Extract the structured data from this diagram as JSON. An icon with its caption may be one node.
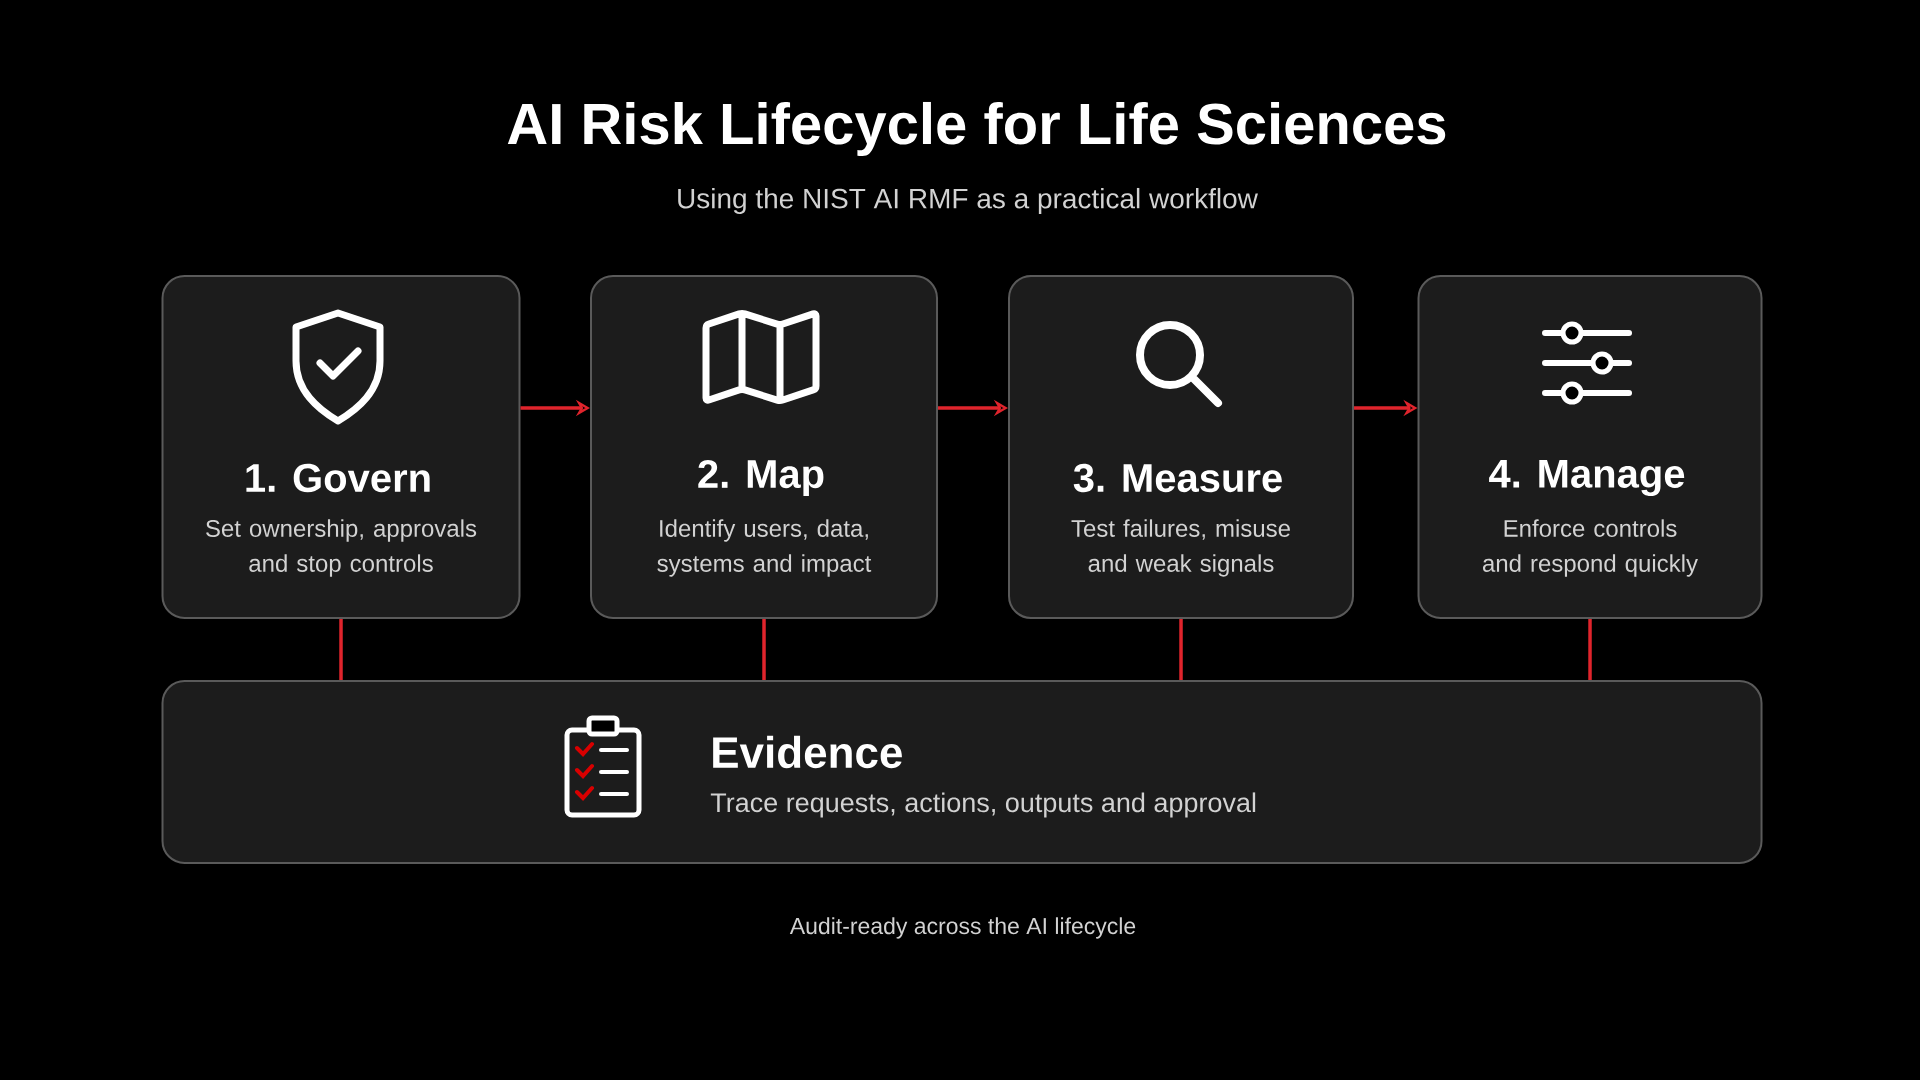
{
  "diagram": {
    "title": "AI Risk Lifecycle for Life Sciences",
    "caption": "Using the NIST AI RMF as a practical workflow",
    "nodes": [
      {
        "text": [
          "1. Govern",
          "Set ownership, approvals and stop controls"
        ]
      },
      {
        "text": [
          "2. Map",
          "Identify users, data, systems and impact"
        ]
      },
      {
        "text": [
          "3. Measure",
          "Test failures, misuse and weak signals"
        ]
      },
      {
        "text": [
          "4. Manage",
          "Enforce controls and respond quickly"
        ]
      },
      {
        "text": [
          "Evidence",
          "Trace requests, actions, outputs and approval"
        ]
      }
    ],
    "edges": [
      {
        "from": 0,
        "to": 1,
        "arrow": "to"
      },
      {
        "from": 1,
        "to": 2,
        "arrow": "to"
      },
      {
        "from": 2,
        "to": 3,
        "arrow": "to"
      },
      {
        "from": 0,
        "to": 4,
        "arrow": "none"
      },
      {
        "from": 1,
        "to": 4,
        "arrow": "none"
      },
      {
        "from": 2,
        "to": 4,
        "arrow": "none"
      },
      {
        "from": 3,
        "to": 4,
        "arrow": "none"
      }
    ],
    "labels": [
      "Audit-ready across the AI lifecycle"
    ]
  }
}
